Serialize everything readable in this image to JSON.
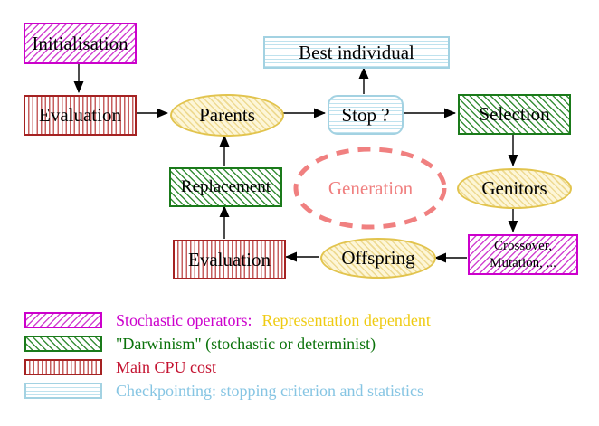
{
  "diagram": {
    "nodes": {
      "initialisation": {
        "label": "Initialisation",
        "style": "stochastic-operator"
      },
      "evaluation_top": {
        "label": "Evaluation",
        "style": "main-cpu-cost"
      },
      "parents": {
        "label": "Parents",
        "style": "population-ellipse"
      },
      "best_individual": {
        "label": "Best individual",
        "style": "checkpointing"
      },
      "stop": {
        "label": "Stop ?",
        "style": "checkpointing"
      },
      "selection": {
        "label": "Selection",
        "style": "darwinism"
      },
      "replacement": {
        "label": "Replacement",
        "style": "darwinism"
      },
      "generation": {
        "label": "Generation",
        "style": "dashed-cycle"
      },
      "genitors": {
        "label": "Genitors",
        "style": "population-ellipse"
      },
      "evaluation_bottom": {
        "label": "Evaluation",
        "style": "main-cpu-cost"
      },
      "offspring": {
        "label": "Offspring",
        "style": "population-ellipse"
      },
      "crossover": {
        "line1": "Crossover,",
        "line2": "Mutation, ...",
        "style": "stochastic-operator"
      }
    },
    "flows": [
      "Initialisation -> Evaluation",
      "Evaluation -> Parents",
      "Parents -> Stop ?",
      "Stop ? -> Best individual",
      "Stop ? -> Selection",
      "Selection -> Genitors",
      "Genitors -> Crossover/Mutation",
      "Crossover/Mutation -> Offspring",
      "Offspring -> Evaluation",
      "Evaluation -> Replacement",
      "Replacement -> Parents"
    ]
  },
  "legend": {
    "items": [
      {
        "swatch": "magenta-diagonal-hatch",
        "parts": [
          {
            "text": "Stochastic operators:",
            "color": "#cc00cc"
          },
          {
            "text": "Representation dependent",
            "color": "#efcb12"
          }
        ]
      },
      {
        "swatch": "green-diagonal-hatch",
        "parts": [
          {
            "text": "\"Darwinism\" (stochastic or determinist)",
            "color": "#0a720a"
          }
        ]
      },
      {
        "swatch": "red-vertical-stripes",
        "parts": [
          {
            "text": "Main CPU cost",
            "color": "#c41230"
          }
        ]
      },
      {
        "swatch": "cyan-horizontal-stripes",
        "parts": [
          {
            "text": "Checkpointing: stopping criterion and statistics",
            "color": "#86c5e3"
          }
        ]
      }
    ]
  },
  "palette": {
    "stochastic_magenta": "#cc00cc",
    "darwinism_green": "#1a7a1a",
    "cpu_red": "#a52222",
    "checkpoint_cyan": "#a3d2e2",
    "population_yellow_border": "#e2c44e",
    "generation_salmon": "#f08080",
    "arrow_black": "#000000",
    "background": "#ffffff"
  }
}
